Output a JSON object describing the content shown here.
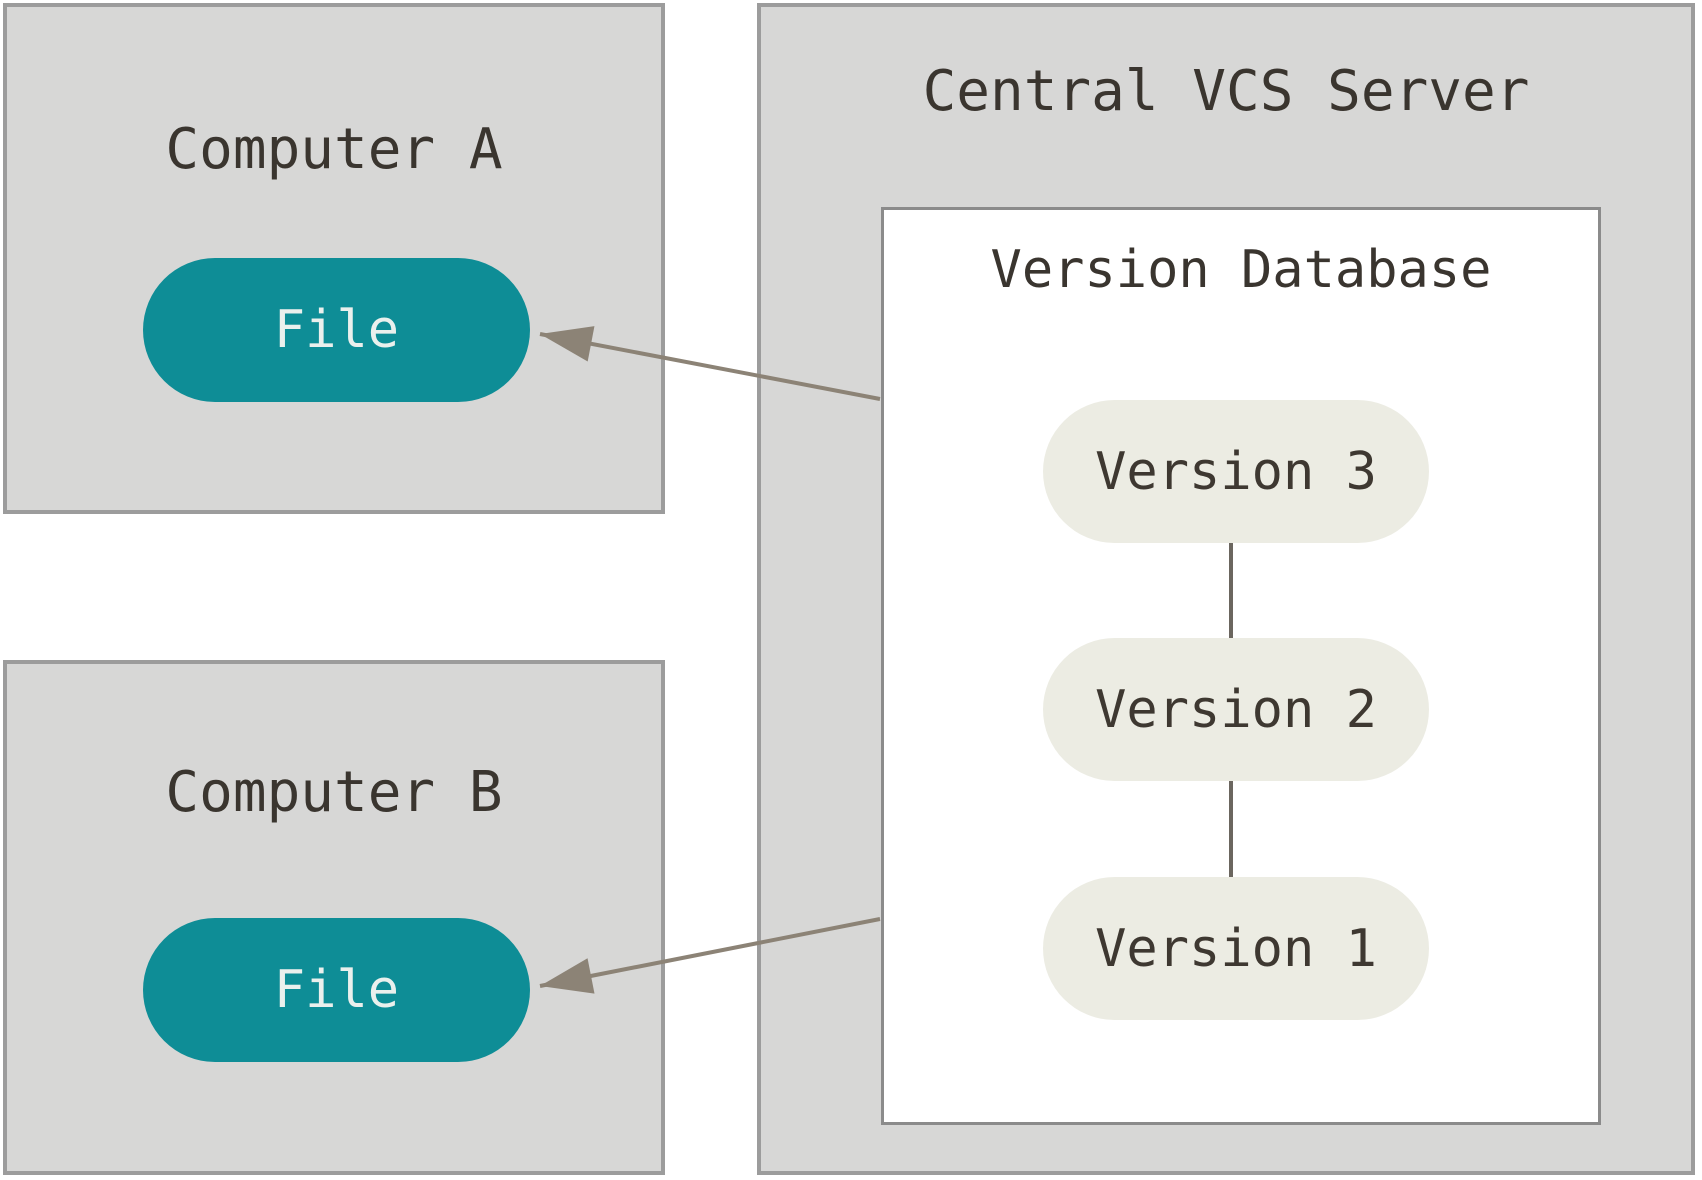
{
  "diagram": {
    "computer_a": {
      "title": "Computer A",
      "file": "File"
    },
    "computer_b": {
      "title": "Computer B",
      "file": "File"
    },
    "server": {
      "title": "Central VCS Server",
      "version_database": {
        "title": "Version Database",
        "versions": [
          "Version 3",
          "Version 2",
          "Version 1"
        ]
      }
    }
  },
  "colors": {
    "box-fill": "#D7D7D6",
    "box-border": "#9C9C9C",
    "inner-box-border": "#8B8B8B",
    "file-fill": "#0E8D96",
    "file-text": "#EAF0ED",
    "version-fill": "#ECECE3",
    "version-text": "#3E3831",
    "title-text": "#3A352F",
    "arrow": "#8C8376",
    "connector": "#6B665F"
  }
}
